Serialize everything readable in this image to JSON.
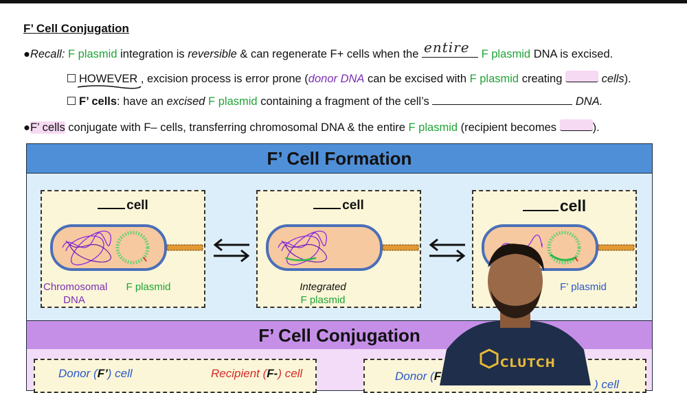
{
  "header": {
    "title": "F’ Cell Conjugation"
  },
  "line1": {
    "bullet": "●",
    "recall": "Recall:",
    "fplasmid": "F plasmid",
    "t1": " integration is ",
    "reversible": "reversible",
    "t2": " & can regenerate F+ cells when the ",
    "handwriting": "entire",
    "fplasmid2": "F plasmid",
    "t3": " DNA is excised."
  },
  "line2": {
    "however": "HOWEVER",
    "t1": ", excision process is error prone (",
    "donor_dna": "donor DNA",
    "t2": " can be excised with ",
    "fplasmid": "F plasmid",
    "t3": " creating ",
    "cells": "cells",
    "t4": ")."
  },
  "line3": {
    "fcells": "F’ cells",
    "t1": ": have an ",
    "excised": "excised",
    "fplasmid": "F plasmid",
    "t2": " containing a fragment of the cell’s ",
    "dna": "DNA."
  },
  "line4": {
    "bullet": "●",
    "fcells": "F’ cells",
    "t1": " conjugate with F– cells, transferring chromosomal DNA & the entire ",
    "fplasmid": "F plasmid",
    "t2": " (recipient becomes ",
    "t3": ")."
  },
  "formation": {
    "banner": "F’ Cell Formation",
    "cards": [
      {
        "label": "cell",
        "cap1": "Chromosomal",
        "cap2": "DNA",
        "cap3": "F plasmid"
      },
      {
        "label": "cell",
        "cap1": "Integrated",
        "cap2": "F plasmid"
      },
      {
        "label": "cell",
        "cap1": "F’ plasmid"
      }
    ]
  },
  "conjugation": {
    "banner": "F’ Cell Conjugation",
    "donor_a": "Donor (",
    "donor_b": "F’",
    "donor_c": ") cell",
    "recipient_a": "Recipient (",
    "recipient_b": "F-",
    "recipient_c": ") cell",
    "donor2_a": "Donor (",
    "donor2_b": "F’",
    "cell2": ") cell"
  },
  "overlay": {
    "brand": "CLUTCH"
  },
  "colors": {
    "green": "#21a336",
    "purple": "#7b2fb5",
    "blue_banner": "#4f8fd8",
    "purple_banner": "#c58fe8"
  }
}
